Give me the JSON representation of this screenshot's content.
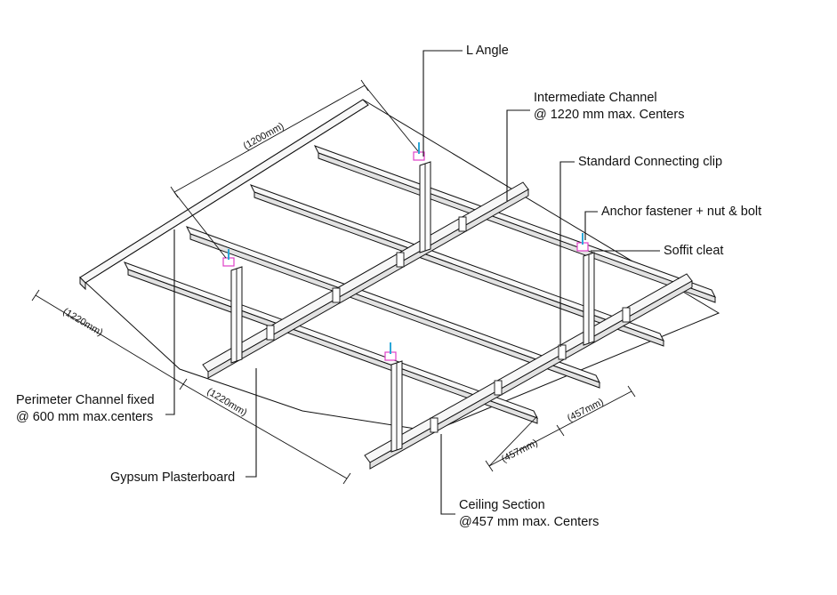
{
  "labels": {
    "l_angle": "L Angle",
    "intermediate_channel_1": "Intermediate Channel",
    "intermediate_channel_2": "@ 1220 mm max. Centers",
    "connecting_clip": "Standard Connecting clip",
    "anchor_fastener": "Anchor fastener + nut & bolt",
    "soffit_cleat": "Soffit cleat",
    "perimeter_channel_1": "Perimeter Channel fixed",
    "perimeter_channel_2": "@ 600 mm max.centers",
    "gypsum_board": "Gypsum Plasterboard",
    "ceiling_section_1": "Ceiling Section",
    "ceiling_section_2": "@457 mm max. Centers"
  },
  "dimensions": {
    "top": "(1200mm)",
    "left": "(1220mm)",
    "bottom": "(1220mm)",
    "right_1": "(457mm)",
    "right_2": "(457mm)"
  },
  "colors": {
    "line": "#111111",
    "anchor_bolt": "#2aa7d8",
    "cleat": "#e040c8"
  }
}
